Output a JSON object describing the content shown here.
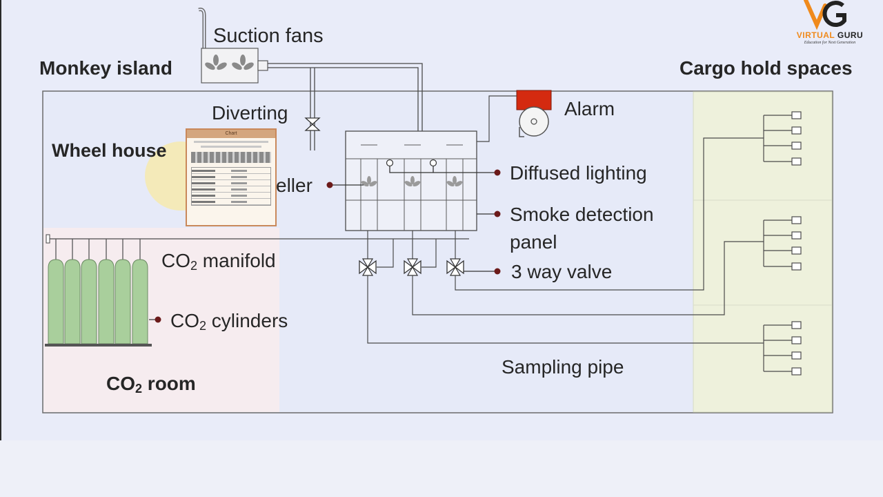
{
  "labels": {
    "suction_fans": "Suction  fans",
    "monkey_island": "Monkey island",
    "cargo_hold_spaces": "Cargo hold spaces",
    "diverting": "Diverting",
    "alarm": "Alarm",
    "wheel_house": "Wheel house",
    "eller": "eller",
    "diffused_lighting": "Diffused lighting",
    "smoke_detection_line1": "Smoke detection",
    "smoke_detection_line2": "panel",
    "co2_manifold_prefix": "CO",
    "co2_manifold_suffix": " manifold",
    "co2_cylinders_prefix": "CO",
    "co2_cylinders_suffix": " cylinders",
    "three_way_valve": "3 way valve",
    "sampling_pipe": "Sampling pipe",
    "co2_room_prefix": "CO",
    "co2_room_suffix": " room",
    "subscript_2": "2"
  },
  "logo": {
    "name_part1": "VIRTUAL",
    "name_part2": "GURU",
    "tagline": "Education for Next Generation",
    "brand_orange": "#f08a1c",
    "brand_dark": "#222222"
  },
  "sign": {
    "title": "Chart"
  },
  "colors": {
    "alarm_red": "#d42a10",
    "cargo_zone": "#eef1dc",
    "co2_zone": "#f6ecef",
    "cylinder_green": "#a9cf9c",
    "pipe": "#3a3a3a",
    "pointer_dot": "#6b1a1a"
  }
}
